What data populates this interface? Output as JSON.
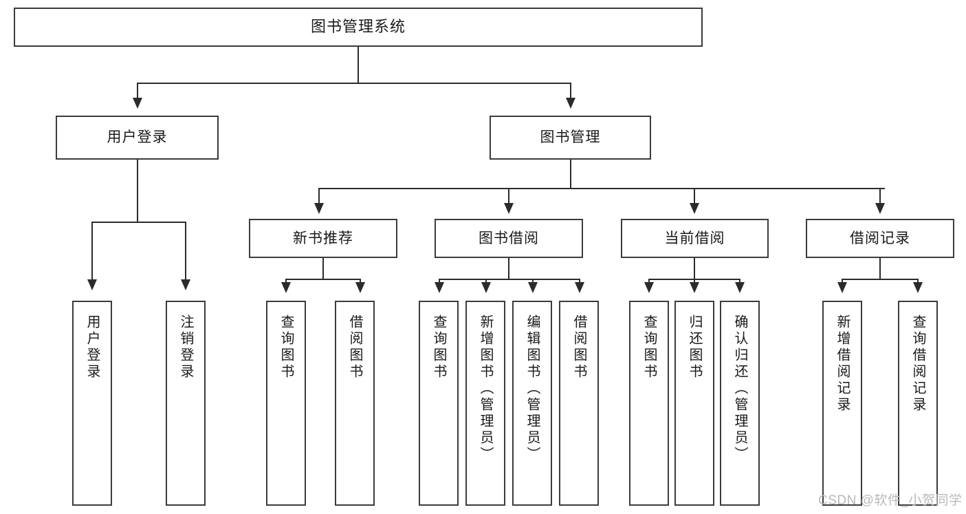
{
  "diagram": {
    "title": "图书管理系统",
    "type": "hierarchy-tree",
    "root": {
      "label": "图书管理系统"
    },
    "level2": [
      {
        "label": "用户登录"
      },
      {
        "label": "图书管理"
      }
    ],
    "level3": [
      {
        "label": "新书推荐"
      },
      {
        "label": "图书借阅"
      },
      {
        "label": "当前借阅"
      },
      {
        "label": "借阅记录"
      }
    ],
    "leaves": {
      "user_login": [
        {
          "label": "用户登录"
        },
        {
          "label": "注销登录"
        }
      ],
      "new_book_recommend": [
        {
          "label": "查询图书"
        },
        {
          "label": "借阅图书"
        }
      ],
      "book_borrow": [
        {
          "label": "查询图书"
        },
        {
          "label": "新增图书（管理员）"
        },
        {
          "label": "编辑图书（管理员）"
        },
        {
          "label": "借阅图书"
        }
      ],
      "current_borrow": [
        {
          "label": "查询图书"
        },
        {
          "label": "归还图书"
        },
        {
          "label": "确认归还（管理员）"
        }
      ],
      "borrow_record": [
        {
          "label": "新增借阅记录"
        },
        {
          "label": "查询借阅记录"
        }
      ]
    }
  },
  "watermark": {
    "text": "CSDN @软件_小贺同学"
  },
  "colors": {
    "box_border": "#3b3b3b",
    "line": "#2b2b2b",
    "background": "#ffffff",
    "text": "#1a1a1a",
    "watermark": "#b9b9b9"
  }
}
